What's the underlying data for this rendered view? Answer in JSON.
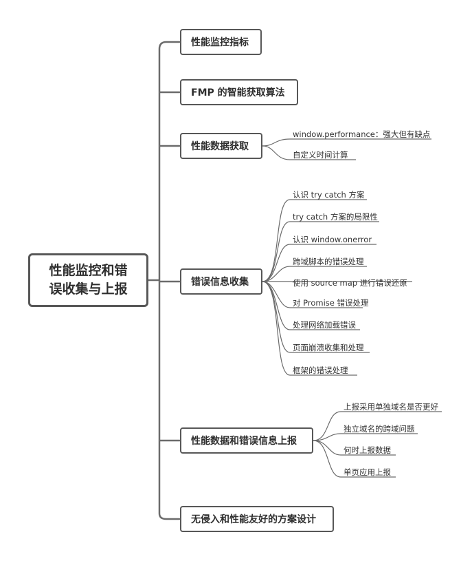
{
  "root": {
    "line1": "性能监控和错",
    "line2": "误收集与上报"
  },
  "branches": [
    {
      "label": "性能监控指标",
      "children": []
    },
    {
      "label": "FMP 的智能获取算法",
      "children": []
    },
    {
      "label": "性能数据获取",
      "children": [
        "window.performance：强大但有缺点",
        "自定义时间计算"
      ]
    },
    {
      "label": "错误信息收集",
      "children": [
        "认识 try catch 方案",
        "try catch 方案的局限性",
        "认识 window.onerror",
        "跨域脚本的错误处理",
        "使用 source map 进行错误还原",
        "对 Promise 错误处理",
        "处理网络加载错误",
        "页面崩溃收集和处理",
        "框架的错误处理"
      ]
    },
    {
      "label": "性能数据和错误信息上报",
      "children": [
        "上报采用单独域名是否更好",
        "独立域名的跨域问题",
        "何时上报数据",
        "单页应用上报"
      ]
    },
    {
      "label": "无侵入和性能友好的方案设计",
      "children": []
    }
  ],
  "colors": {
    "line": "#6b6b6b",
    "border": "#575757",
    "text": "#2e2e2e"
  }
}
